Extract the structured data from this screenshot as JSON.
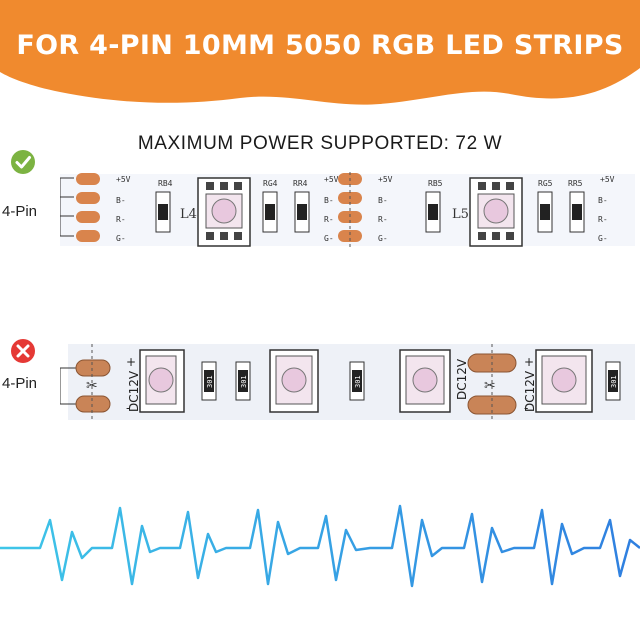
{
  "banner": {
    "title": "FOR 4-PIN 10MM 5050 RGB LED STRIPS",
    "color": "#f08a2e"
  },
  "subtitle": "MAXIMUM POWER SUPPORTED: 72 W",
  "row_ok": {
    "status_icon": "check-circle-icon",
    "status_color": "#7cb342",
    "label": "4-Pin",
    "strip_color": "#f4f6fb",
    "pad_color": "#d9844c",
    "power_label": "+5V",
    "pin_labels": [
      "B-",
      "R-",
      "G-"
    ],
    "units": [
      {
        "led": "L4",
        "res_a": "RB4",
        "res_b": "RG4",
        "res_c": "RR4"
      },
      {
        "led": "L5",
        "res_a": "RB5",
        "res_b": "RG5",
        "res_c": "RR5"
      }
    ]
  },
  "row_bad": {
    "status_icon": "x-circle-icon",
    "status_color": "#e53935",
    "label": "4-Pin",
    "strip_color": "#eef1f7",
    "pad_color": "#c98457",
    "voltage": "DC12V",
    "plus": "+",
    "minus": "-",
    "resistor_code": "301"
  },
  "wave": {
    "color_start": "#3ec6e8",
    "color_end": "#2f7fe0"
  }
}
